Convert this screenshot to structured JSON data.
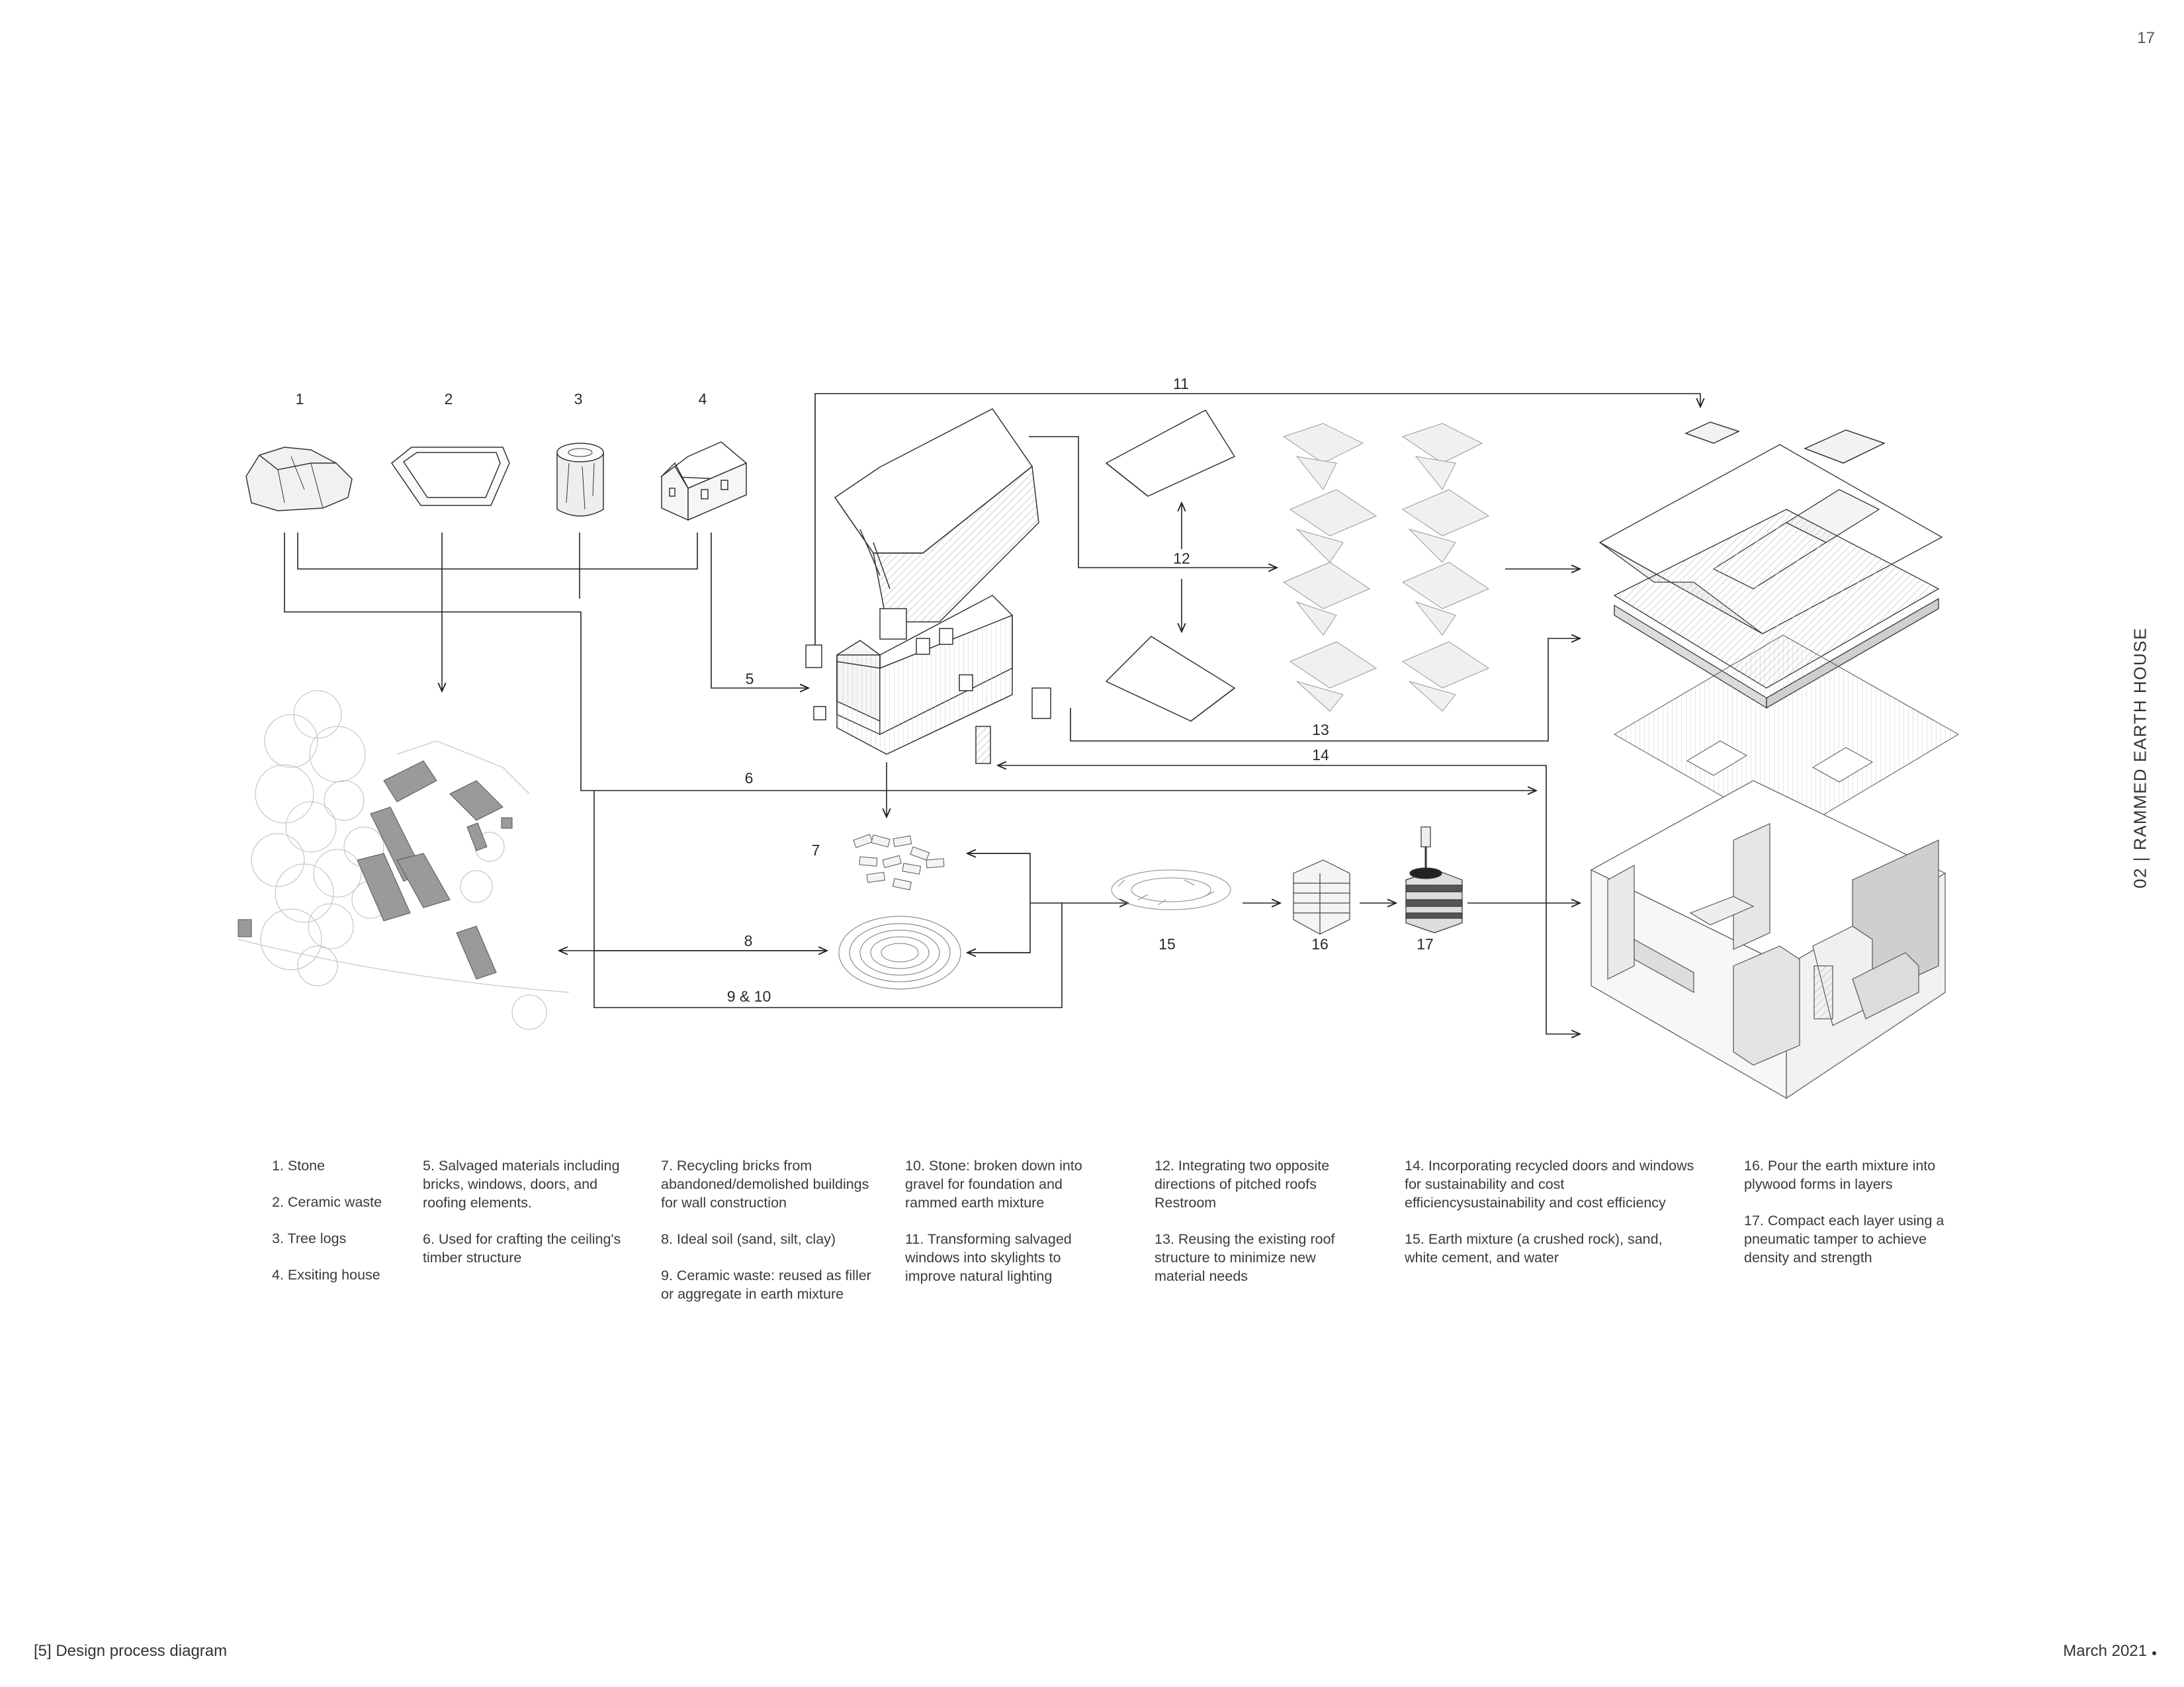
{
  "header": {
    "page_number": "17"
  },
  "side_label": "02 | RAMMED EARTH HOUSE",
  "footer": {
    "caption": "[5] Design process diagram",
    "date": "March 2021"
  },
  "diagram": {
    "step_labels": {
      "s1": "1",
      "s2": "2",
      "s3": "3",
      "s4": "4",
      "s5": "5",
      "s6": "6",
      "s7": "7",
      "s8": "8",
      "s9_10": "9 & 10",
      "s11": "11",
      "s12": "12",
      "s13": "13",
      "s14": "14",
      "s15": "15",
      "s16": "16",
      "s17": "17"
    }
  },
  "legend": {
    "col1": [
      "1. Stone",
      "2. Ceramic waste",
      "3. Tree logs",
      "4. Exsiting house"
    ],
    "col2": [
      "5. Salvaged materials including bricks, windows, doors, and roofing elements.",
      "6. Used for crafting the ceiling's timber structure"
    ],
    "col3": [
      "7. Recycling bricks from abandoned/demolished buildings for wall construction",
      "8. Ideal soil (sand, silt, clay)",
      "9. Ceramic waste: reused as filler or aggregate in earth mixture"
    ],
    "col4": [
      "10. Stone: broken down into gravel for foundation and rammed earth mixture",
      "11. Transforming salvaged windows into skylights to improve natural lighting"
    ],
    "col5": [
      "12. Integrating two opposite directions of pitched roofs Restroom",
      "13. Reusing the existing roof structure to minimize new material needs"
    ],
    "col6": [
      "14. Incorporating recycled doors and windows for sustainability and cost efficiencysustainability and cost efficiency",
      "15. Earth mixture (a crushed rock), sand, white cement, and water"
    ],
    "col7": [
      "16. Pour the earth mixture into plywood forms in layers",
      "17. Compact each layer using a pneumatic tamper to achieve density and strength"
    ]
  }
}
